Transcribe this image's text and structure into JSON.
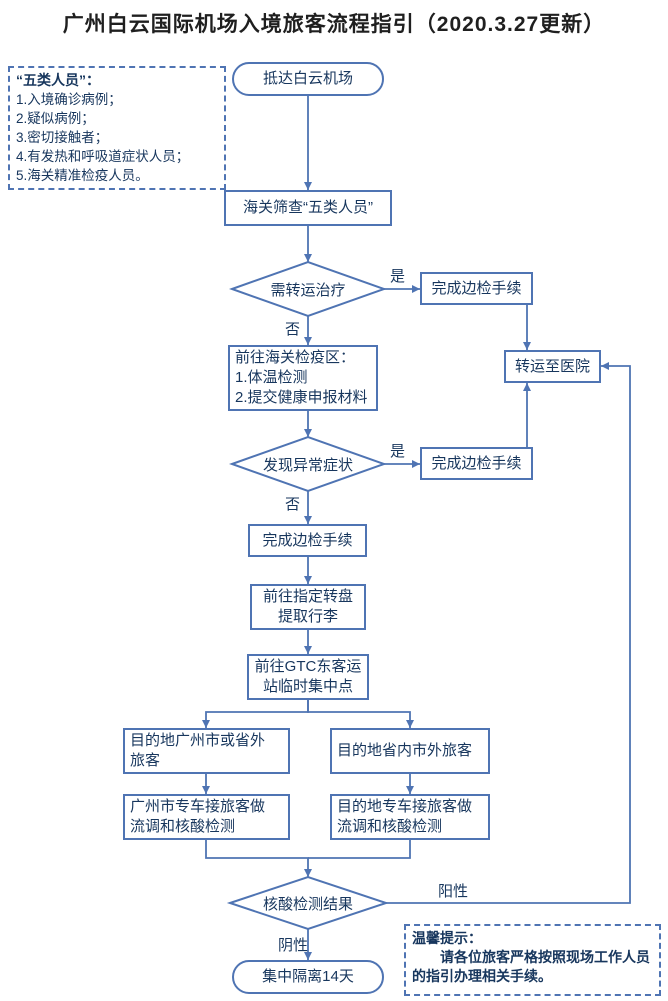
{
  "title": "广州白云国际机场入境旅客流程指引（2020.3.27更新）",
  "colors": {
    "accent": "#4f74b3",
    "text": "#17365d"
  },
  "legend": {
    "heading": "“五类人员”：",
    "items": [
      "1.入境确诊病例；",
      "2.疑似病例；",
      "3.密切接触者；",
      "4.有发热和呼吸道症状人员；",
      "5.海关精准检疫人员。"
    ]
  },
  "tips": {
    "heading": "温馨提示：",
    "body": "请各位旅客严格按照现场工作人员的指引办理相关手续。"
  },
  "nodes": {
    "start": "抵达白云机场",
    "screening": "海关筛查“五类人员”",
    "decision_transfer": "需转运治疗",
    "border_check_1": "完成边检手续",
    "hospital": "转运至医院",
    "quarantine_area": "前往海关检疫区：\n1.体温检测\n2.提交健康申报材料",
    "decision_symptoms": "发现异常症状",
    "border_check_2": "完成边检手续",
    "border_check_3": "完成边检手续",
    "baggage": "前往指定转盘\n提取行李",
    "gtc": "前往GTC东客运\n站临时集中点",
    "dest_guangzhou": "目的地广州市或省外\n旅客",
    "dest_province": "目的地省内市外旅客",
    "gz_shuttle": "广州市专车接旅客做\n流调和核酸检测",
    "dest_shuttle": "目的地专车接旅客做\n流调和核酸检测",
    "decision_result": "核酸检测结果",
    "isolation": "集中隔离14天"
  },
  "edge_labels": {
    "yes1": "是",
    "no1": "否",
    "yes2": "是",
    "no2": "否",
    "positive": "阳性",
    "negative": "阴性"
  }
}
